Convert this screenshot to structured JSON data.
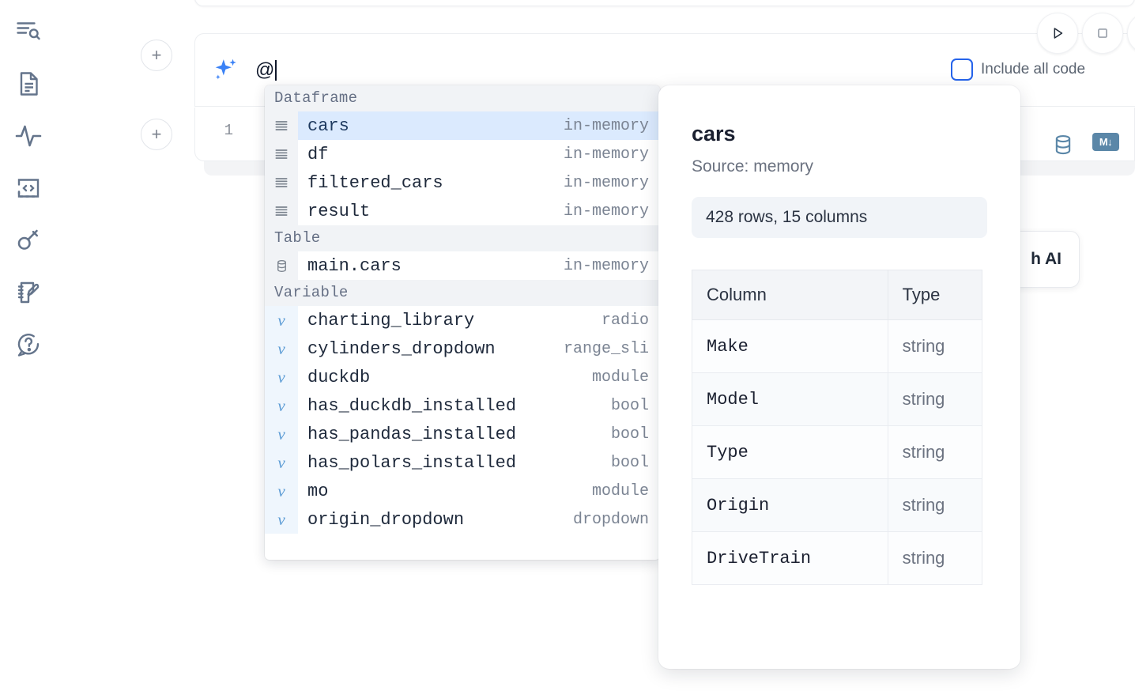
{
  "rail": {
    "items": [
      {
        "name": "file-explorer-search-icon",
        "label": "Explore files"
      },
      {
        "name": "document-icon",
        "label": "Notebook"
      },
      {
        "name": "activity-pulse-icon",
        "label": "Activity"
      },
      {
        "name": "code-brackets-icon",
        "label": "Snippets"
      },
      {
        "name": "key-icon",
        "label": "Secrets"
      },
      {
        "name": "notebook-edit-icon",
        "label": "Scratchpad"
      },
      {
        "name": "help-question-icon",
        "label": "Help"
      }
    ]
  },
  "cell": {
    "add_above_label": "+",
    "add_below_label": "+",
    "line_number": "1",
    "ai_prompt_value": "@",
    "sparkle_icon": "ai-sparkle-icon",
    "database_icon": "database-icon",
    "markdown_icon": "M↓"
  },
  "toolbar": {
    "run_label": "run-icon",
    "stop_label": "stop-icon",
    "include_all_code_label": "Include all code",
    "include_all_code_checked": false,
    "accent_color": "#2563eb"
  },
  "ai_hint_card": {
    "text": "h AI"
  },
  "autocomplete": {
    "sections": [
      {
        "title": "Dataframe",
        "kind": "dataframe",
        "items": [
          {
            "name": "cars",
            "meta": "in-memory",
            "selected": true
          },
          {
            "name": "df",
            "meta": "in-memory",
            "selected": false
          },
          {
            "name": "filtered_cars",
            "meta": "in-memory",
            "selected": false
          },
          {
            "name": "result",
            "meta": "in-memory",
            "selected": false
          }
        ]
      },
      {
        "title": "Table",
        "kind": "table",
        "items": [
          {
            "name": "main.cars",
            "meta": "in-memory",
            "selected": false
          }
        ]
      },
      {
        "title": "Variable",
        "kind": "variable",
        "items": [
          {
            "name": "charting_library",
            "meta": "radio",
            "selected": false
          },
          {
            "name": "cylinders_dropdown",
            "meta": "range_sli",
            "selected": false
          },
          {
            "name": "duckdb",
            "meta": "module",
            "selected": false
          },
          {
            "name": "has_duckdb_installed",
            "meta": "bool",
            "selected": false
          },
          {
            "name": "has_pandas_installed",
            "meta": "bool",
            "selected": false
          },
          {
            "name": "has_polars_installed",
            "meta": "bool",
            "selected": false
          },
          {
            "name": "mo",
            "meta": "module",
            "selected": false
          },
          {
            "name": "origin_dropdown",
            "meta": "dropdown",
            "selected": false
          }
        ]
      }
    ]
  },
  "preview": {
    "title": "cars",
    "source": "Source: memory",
    "shape": "428 rows, 15 columns",
    "columns_header": "Column",
    "type_header": "Type",
    "rows": [
      {
        "column": "Make",
        "type": "string"
      },
      {
        "column": "Model",
        "type": "string"
      },
      {
        "column": "Type",
        "type": "string"
      },
      {
        "column": "Origin",
        "type": "string"
      },
      {
        "column": "DriveTrain",
        "type": "string"
      }
    ]
  }
}
